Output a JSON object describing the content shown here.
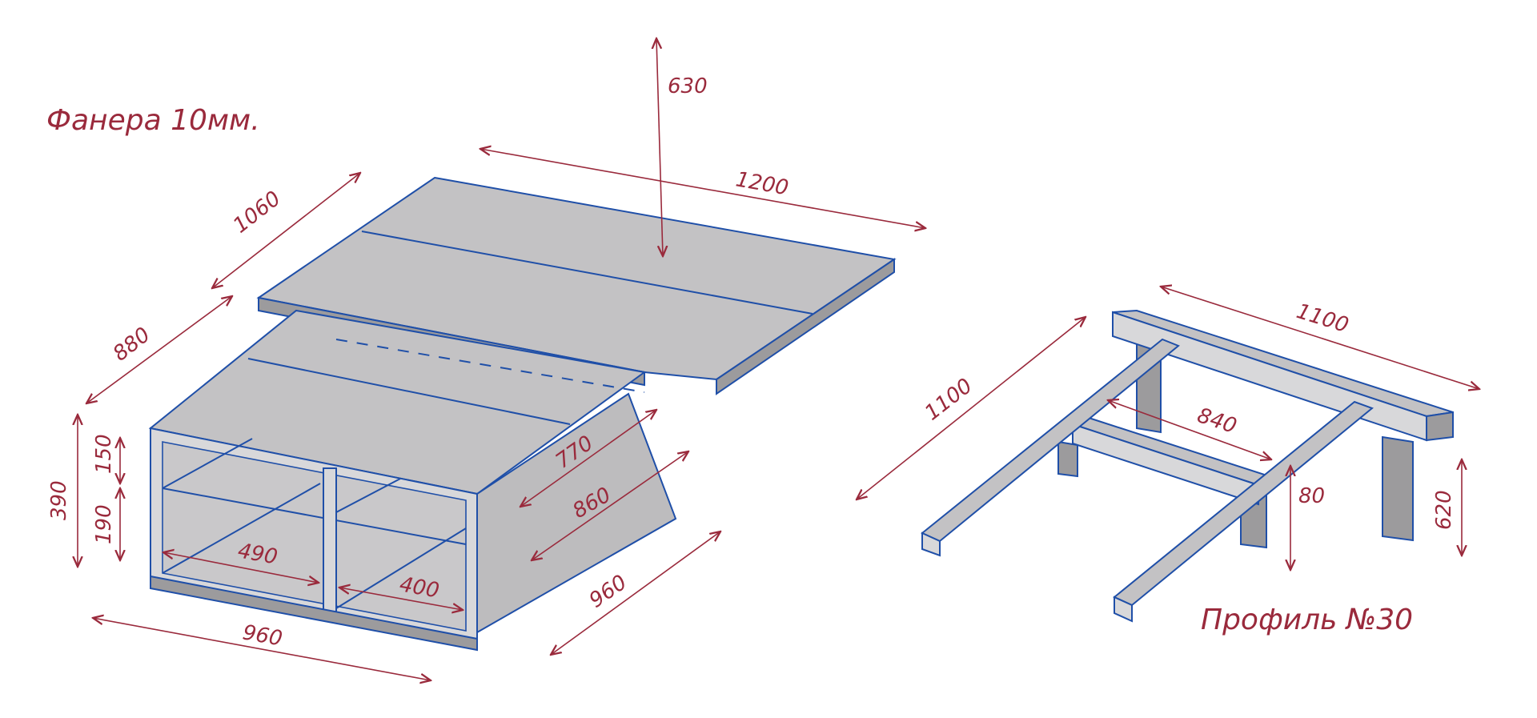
{
  "notes": {
    "material": "Фанера 10мм.",
    "profile": "Профиль №30"
  },
  "box": {
    "dims": {
      "top_length": "1200",
      "top_width": "1060",
      "height_arrow": "630",
      "side_depth": "880",
      "total_height": "390",
      "shelf_top": "150",
      "shelf_bottom": "190",
      "inner_depth_top": "770",
      "inner_depth_bottom": "860",
      "compartment_left": "490",
      "compartment_right": "400",
      "front_width": "960",
      "side_length": "960"
    }
  },
  "frame": {
    "dims": {
      "top_length": "1100",
      "side_length": "1100",
      "crossbar": "840",
      "profile_height": "80",
      "leg_height": "620"
    }
  },
  "colors": {
    "ink": "#9a2a3c",
    "edge": "#1f4fa8",
    "panel": "#c3c2c4"
  }
}
